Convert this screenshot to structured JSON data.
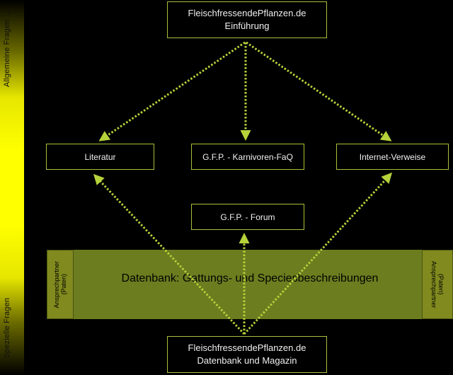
{
  "sidebar": {
    "top_label": "Allgemeine Fragen",
    "bottom_label": "Spezielle Fragen"
  },
  "nodes": {
    "intro": {
      "line1": "FleischfressendePflanzen.de",
      "line2": "Einführung"
    },
    "literatur": {
      "label": "Literatur"
    },
    "faq": {
      "label": "G.F.P. - Karnivoren-FaQ"
    },
    "internet": {
      "label": "Internet-Verweise"
    },
    "forum": {
      "label": "G.F.P. - Forum"
    },
    "db": {
      "line1": "FleischfressendePflanzen.de",
      "line2": "Datenbank und Magazin"
    }
  },
  "band": {
    "title": "Datenbank: Gattungs- und Speciesbeschreibungen",
    "left_label_line1": "Ansprechpartner",
    "left_label_line2": "(Paten)",
    "right_label_line1": "Ansprechpartner",
    "right_label_line2": "(Paten)"
  },
  "colors": {
    "arrow": "#b5d23a",
    "box_border": "#a7c13a",
    "band": "#6b7d1f",
    "sidebar": "#ffff00"
  }
}
